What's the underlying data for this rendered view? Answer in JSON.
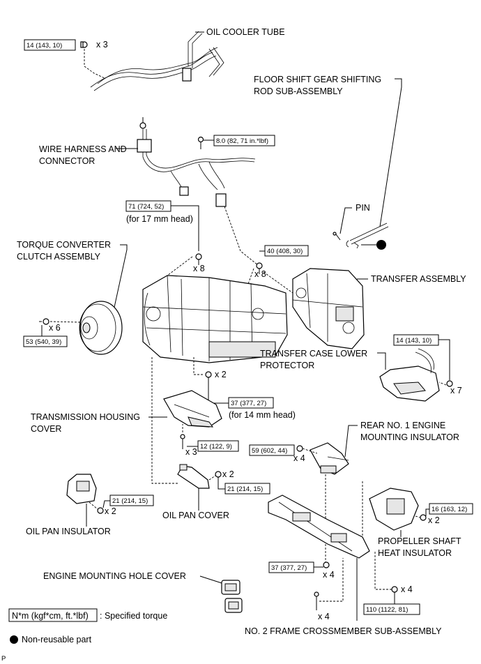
{
  "labels": {
    "oil_cooler_tube": "OIL COOLER TUBE",
    "floor_shift_1": "FLOOR SHIFT GEAR SHIFTING",
    "floor_shift_2": "ROD SUB-ASSEMBLY",
    "wire_harness_1": "WIRE HARNESS AND",
    "wire_harness_2": "CONNECTOR",
    "pin": "PIN",
    "torque_conv_1": "TORQUE CONVERTER",
    "torque_conv_2": "CLUTCH ASSEMBLY",
    "transfer_assembly": "TRANSFER ASSEMBLY",
    "transfer_case_1": "TRANSFER CASE LOWER",
    "transfer_case_2": "PROTECTOR",
    "trans_housing_1": "TRANSMISSION HOUSING",
    "trans_housing_2": "COVER",
    "rear_no1_1": "REAR NO. 1 ENGINE",
    "rear_no1_2": "MOUNTING INSULATOR",
    "oil_pan_cover": "OIL PAN COVER",
    "oil_pan_insulator": "OIL PAN INSULATOR",
    "prop_shaft_1": "PROPELLER SHAFT",
    "prop_shaft_2": "HEAT INSULATOR",
    "engine_mount_hole": "ENGINE MOUNTING HOLE COVER",
    "no2_frame": "NO. 2 FRAME CROSSMEMBER SUB-ASSEMBLY"
  },
  "torques": {
    "t_oil_cooler": "14 (143, 10)",
    "t_wire": "8.0 (82, 71 in.*lbf)",
    "t_71": "71 (724, 52)",
    "t_40": "40 (408, 30)",
    "t_53": "53 (540, 39)",
    "t_transfer_prot": "14 (143, 10)",
    "t_37a": "37 (377, 27)",
    "t_12": "12 (122, 9)",
    "t_59": "59 (602, 44)",
    "t_21a": "21 (214, 15)",
    "t_21b": "21 (214, 15)",
    "t_16": "16 (163, 12)",
    "t_37b": "37 (377, 27)",
    "t_110": "110 (1122, 81)"
  },
  "notes": {
    "for17": "(for 17 mm head)",
    "for14": "(for 14 mm head)"
  },
  "counts": {
    "c_oil_cooler": "x 3",
    "c_71": "x 8",
    "c_40": "x 8",
    "c_53": "x 6",
    "c_transfer_prot": "x 7",
    "c_37a": "x 2",
    "c_12": "x 3",
    "c_59": "x 4",
    "c_21a": "x 2",
    "c_21b": "x 2",
    "c_16": "x 2",
    "c_37b": "x 4",
    "c_crossmember": "x 4",
    "c_110": "x 4"
  },
  "legend": {
    "torque_box": "N*m (kgf*cm, ft.*lbf)",
    "torque_text": ": Specified torque",
    "nonreusable": "Non-reusable part"
  },
  "corner_mark": "P"
}
